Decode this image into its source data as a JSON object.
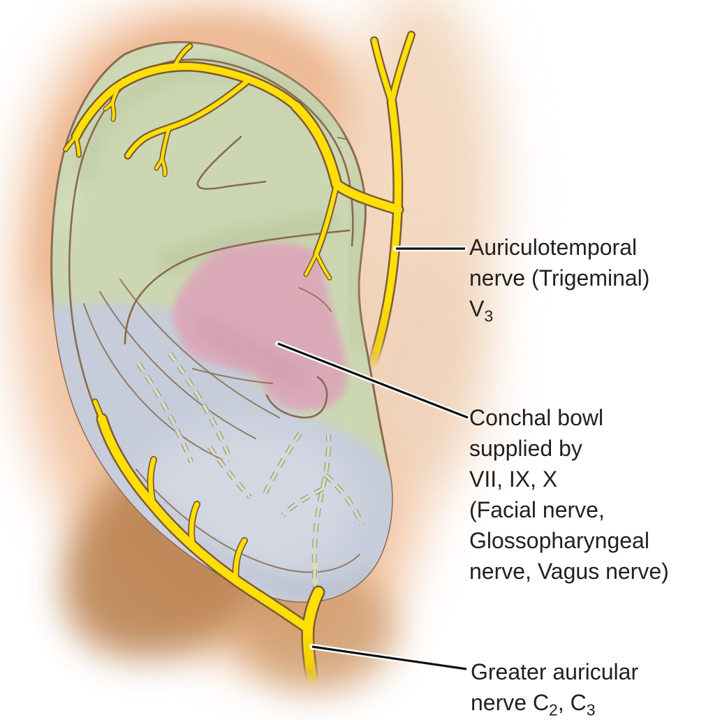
{
  "figure": {
    "kind": "anatomical-illustration",
    "subject": "sensory innervation territories of the external ear"
  },
  "labels": {
    "auriculotemporal": {
      "line1": "Auriculotemporal",
      "line2": "nerve (Trigeminal)",
      "symbol": "V",
      "symbol_sub": "3"
    },
    "conchal_bowl": {
      "line1": "Conchal bowl",
      "line2": "supplied by",
      "line3": "VII, IX, X",
      "line4": "(Facial nerve,",
      "line5": "Glossopharyngeal",
      "line6": "nerve, Vagus nerve)"
    },
    "greater_auricular": {
      "line1": "Greater auricular",
      "word": "nerve ",
      "c2": "C",
      "c2_sub": "2",
      "separator": ", ",
      "c3": "C",
      "c3_sub": "3"
    }
  },
  "colors": {
    "background": "#ffffff",
    "text": "#231f20",
    "leader_line": "#111111",
    "leader_casing": "#ffffff",
    "nerve_yellow": "#ffdf05",
    "nerve_outline": "#7d5a36",
    "contour_brown": "#8a6a50",
    "territory_upper_green": "#ccd7b2",
    "green_highlight": "#dae3c4",
    "green_shadow": "#b4c296",
    "territory_lower_blue": "#c6ccd9",
    "blue_highlight": "#d7dbe5",
    "blue_shadow": "#a6adbd",
    "conchal_pink": "#dba9ba",
    "conchal_pink_deep": "#cf97ab",
    "deep_branch_khaki": "#e3dfad",
    "deep_branch_dash_gray": "#9aa3ad",
    "halo_peach": "#eeb68b",
    "halo_rim_orange": "#e09a68",
    "halo_tan": "#bb8351",
    "halo_bottom": "#cf9a6a",
    "skin_right": "#f3d9c1",
    "skin_right_low": "#f0d3ba"
  }
}
